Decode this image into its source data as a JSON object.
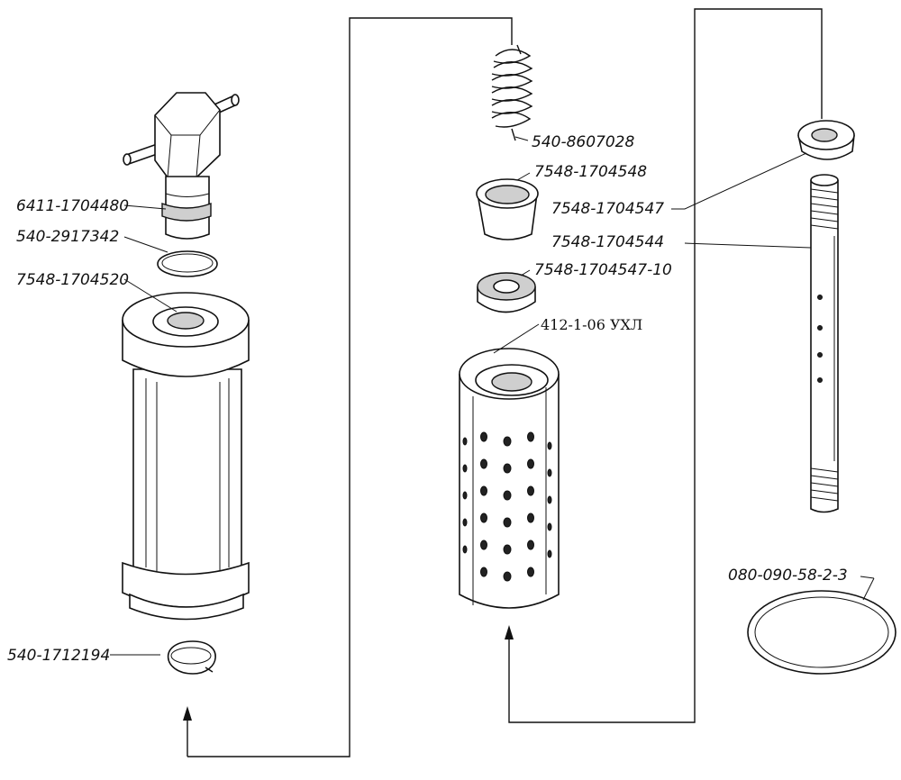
{
  "labels": {
    "fitting": "6411-1704480",
    "oring_top": "540-2917342",
    "housing": "7548-1704520",
    "snap_ring": "540-1712194",
    "spring": "540-8607028",
    "bushing": "7548-1704548",
    "washer": "7548-1704547",
    "rod": "7548-1704544",
    "washer_10": "7548-1704547-10",
    "element": "412-1-06 УХЛ",
    "gasket": "080-090-58-2-3"
  }
}
